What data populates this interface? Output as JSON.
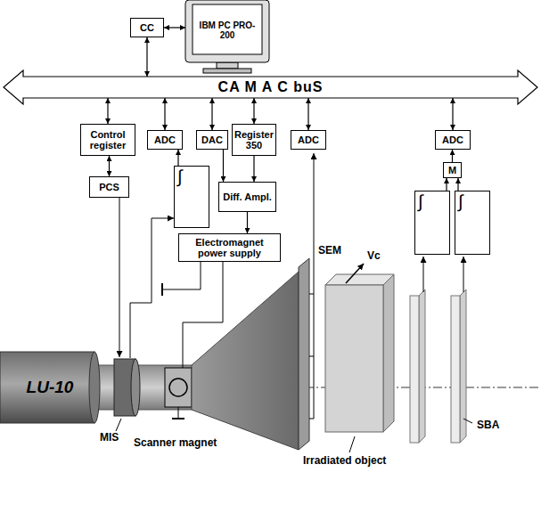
{
  "diagram": {
    "nodes": [
      {
        "text": [
          "CC"
        ]
      },
      {
        "text": [
          "IBM PC PRO-200"
        ]
      },
      {
        "text": [
          "CA M A C buS"
        ]
      },
      {
        "text": [
          "Control register"
        ]
      },
      {
        "text": [
          "ADC"
        ]
      },
      {
        "text": [
          "DAC"
        ]
      },
      {
        "text": [
          "Register 350"
        ]
      },
      {
        "text": [
          "ADC"
        ]
      },
      {
        "text": [
          "ADC"
        ]
      },
      {
        "text": [
          "PCS"
        ]
      },
      {
        "text": [
          "∫"
        ]
      },
      {
        "text": [
          "Diff. Ampl."
        ]
      },
      {
        "text": [
          "M"
        ]
      },
      {
        "text": [
          "∫"
        ]
      },
      {
        "text": [
          "∫"
        ]
      },
      {
        "text": [
          "Electromagnet power supply"
        ]
      },
      {
        "text": [
          "LU-10"
        ]
      }
    ],
    "edges": [
      {
        "from": 0,
        "to": 1,
        "arrow": "both"
      },
      {
        "from": 0,
        "to": 2,
        "arrow": "both"
      },
      {
        "from": 2,
        "to": 3,
        "arrow": "both"
      },
      {
        "from": 2,
        "to": 4,
        "arrow": "both"
      },
      {
        "from": 2,
        "to": 5,
        "arrow": "both"
      },
      {
        "from": 2,
        "to": 6,
        "arrow": "both"
      },
      {
        "from": 2,
        "to": 7,
        "arrow": "both"
      },
      {
        "from": 2,
        "to": 8,
        "arrow": "both"
      },
      {
        "from": 3,
        "to": 9,
        "arrow": "both"
      },
      {
        "from": 10,
        "to": 4,
        "arrow": "to"
      },
      {
        "from": 5,
        "to": 11,
        "arrow": "to"
      },
      {
        "from": 6,
        "to": 11,
        "arrow": "to"
      },
      {
        "from": 11,
        "to": 15,
        "arrow": "to"
      },
      {
        "from": 12,
        "to": 8,
        "arrow": "to"
      },
      {
        "from": 13,
        "to": 12,
        "arrow": "to"
      },
      {
        "from": 14,
        "to": 12,
        "arrow": "to"
      }
    ],
    "labels": [
      "MIS",
      "Scanner magnet",
      "SEM",
      "Vc",
      "Irradiated object",
      "SBA"
    ]
  }
}
